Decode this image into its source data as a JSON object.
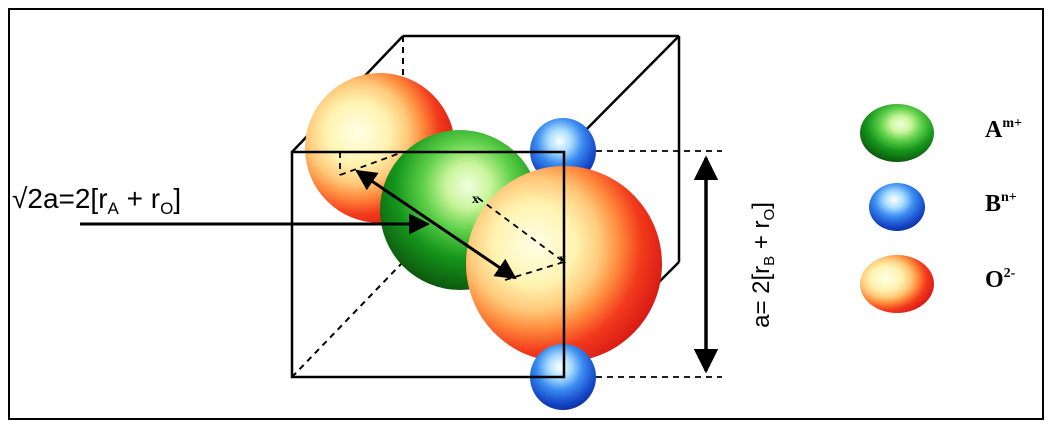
{
  "diagram": {
    "left_formula": {
      "prefix": "√2a=2[r",
      "sub_a": "A",
      "middle": " + r",
      "sub_o": "O",
      "suffix": "]"
    },
    "right_formula": {
      "prefix": "a= 2[r",
      "sub_b": "B",
      "middle": " + r",
      "sub_o": "O",
      "suffix": "]"
    },
    "center_marks": [
      "x",
      "x"
    ],
    "legend": [
      {
        "ion": "A",
        "charge": "m+",
        "color": "#1a8f1a",
        "icon": "green-sphere"
      },
      {
        "ion": "B",
        "charge": "n+",
        "color": "#1e5bd8",
        "icon": "blue-sphere"
      },
      {
        "ion": "O",
        "charge": "2-",
        "color": "#e8261b",
        "icon": "red-sphere"
      }
    ]
  }
}
